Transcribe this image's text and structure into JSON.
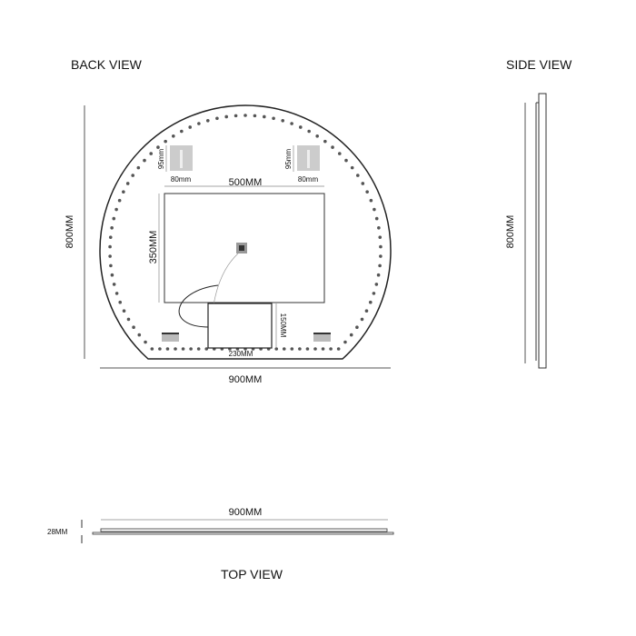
{
  "views": {
    "back": "BACK VIEW",
    "side": "SIDE VIEW",
    "top": "TOP VIEW"
  },
  "dimensions": {
    "height": "800MM",
    "width": "900MM",
    "cutout_width": "500MM",
    "cutout_height": "350MM",
    "box_height": "150MM",
    "box_width": "230MM",
    "bracket_height": "95mm",
    "bracket_width": "80mm",
    "side_height": "800MM",
    "top_width": "900MM",
    "depth": "28MM"
  },
  "colors": {
    "line": "#222222",
    "dot": "#555555",
    "bracket": "#bdbdbd"
  }
}
